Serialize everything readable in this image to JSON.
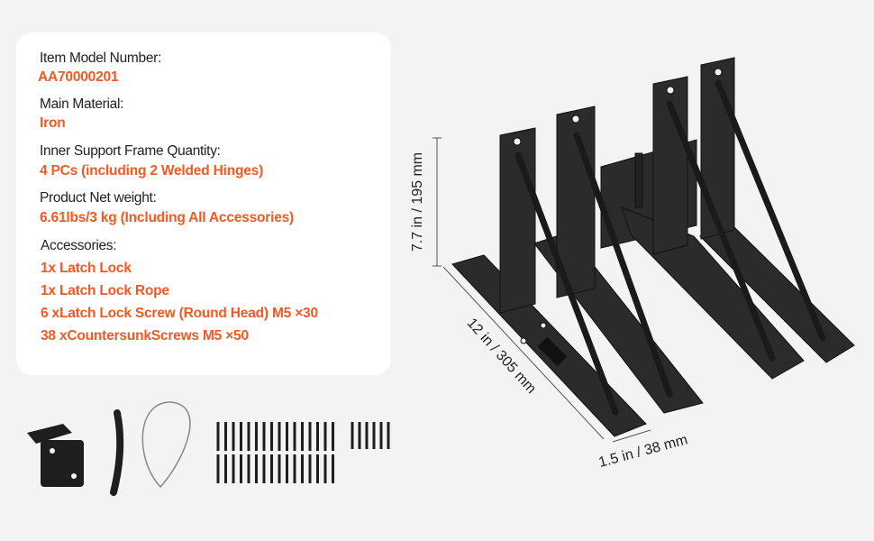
{
  "specs": {
    "model_label": "Item Model Number:",
    "model_value": "AA70000201",
    "material_label": "Main Material:",
    "material_value": "Iron",
    "quantity_label": "Inner Support Frame Quantity:",
    "quantity_value": "4 PCs (including 2 Welded Hinges)",
    "weight_label": "Product Net weight:",
    "weight_value": "6.61lbs/3 kg (Including All Accessories)",
    "accessories_label": "Accessories:",
    "accessories": [
      "1x Latch Lock",
      "1x Latch Lock Rope",
      "6 xLatch Lock Screw (Round Head) M5 ×30",
      "38 xCountersunkScrews M5 ×50"
    ]
  },
  "dimensions": {
    "height": "7.7 in / 195 mm",
    "length": "12 in / 305 mm",
    "width": "1.5 in / 38 mm"
  },
  "colors": {
    "accent": "#f05a24",
    "background": "#f3f3f3",
    "metal": "#2a2a2a"
  }
}
